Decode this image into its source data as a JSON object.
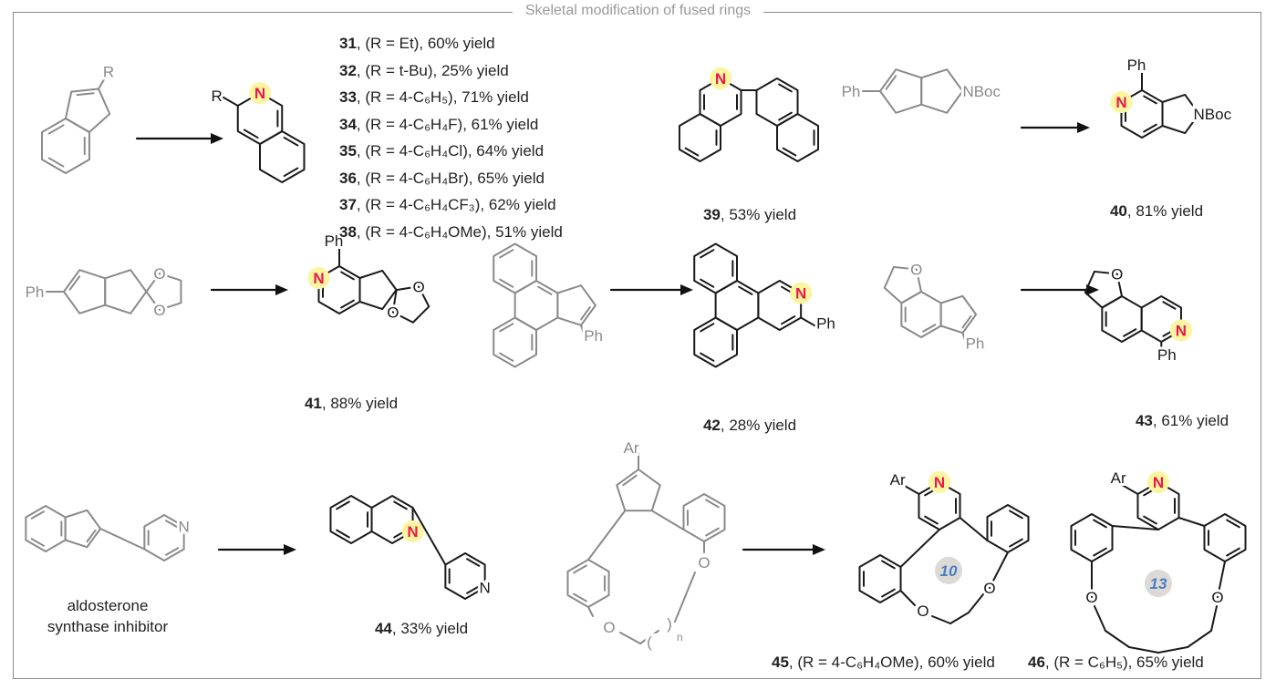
{
  "title": "Skeletal modification of fused rings",
  "atoms": {
    "N": "N",
    "R": "R",
    "Ph": "Ph",
    "O": "O",
    "NBoc": "NBoc",
    "Ar": "Ar",
    "n": "n",
    "open_paren": "(",
    "close_paren": ")"
  },
  "ring_sizes": [
    "10",
    "13"
  ],
  "series_31_38": [
    {
      "num": "31",
      "text": ", (R = Et), 60% yield"
    },
    {
      "num": "32",
      "text": ", (R = t-Bu), 25% yield"
    },
    {
      "num": "33",
      "text": ", (R = 4-C₆H₅), 71% yield"
    },
    {
      "num": "34",
      "text": ", (R = 4-C₆H₄F), 61% yield"
    },
    {
      "num": "35",
      "text": ", (R = 4-C₆H₄Cl), 64% yield"
    },
    {
      "num": "36",
      "text": ", (R = 4-C₆H₄Br), 65% yield"
    },
    {
      "num": "37",
      "text": ", (R = 4-C₆H₄CF₃), 62% yield"
    },
    {
      "num": "38",
      "text": ", (R = 4-C₆H₄OMe), 51% yield"
    }
  ],
  "compounds": {
    "c39": {
      "num": "39",
      "text": ", 53% yield"
    },
    "c40": {
      "num": "40",
      "text": ", 81% yield"
    },
    "c41": {
      "num": "41",
      "text": ", 88% yield"
    },
    "c42": {
      "num": "42",
      "text": ", 28% yield"
    },
    "c43": {
      "num": "43",
      "text": ", 61% yield"
    },
    "c44": {
      "num": "44",
      "text": ", 33% yield"
    },
    "c45": {
      "num": "45",
      "text": ", (R = 4-C₆H₄OMe), 60% yield"
    },
    "c46": {
      "num": "46",
      "text": ", (R = C₆H₅), 65% yield"
    }
  },
  "caption_44": {
    "line1": "aldosterone",
    "line2": "synthase inhibitor"
  },
  "colors": {
    "reactant": "#8a8a8a",
    "product": "#1a1a1a",
    "nitrogen": "#e8194f",
    "highlight": "#fbf5a0",
    "ring_badge": "#dcd9d6",
    "ring_badge_text": "#4a7fc0"
  }
}
